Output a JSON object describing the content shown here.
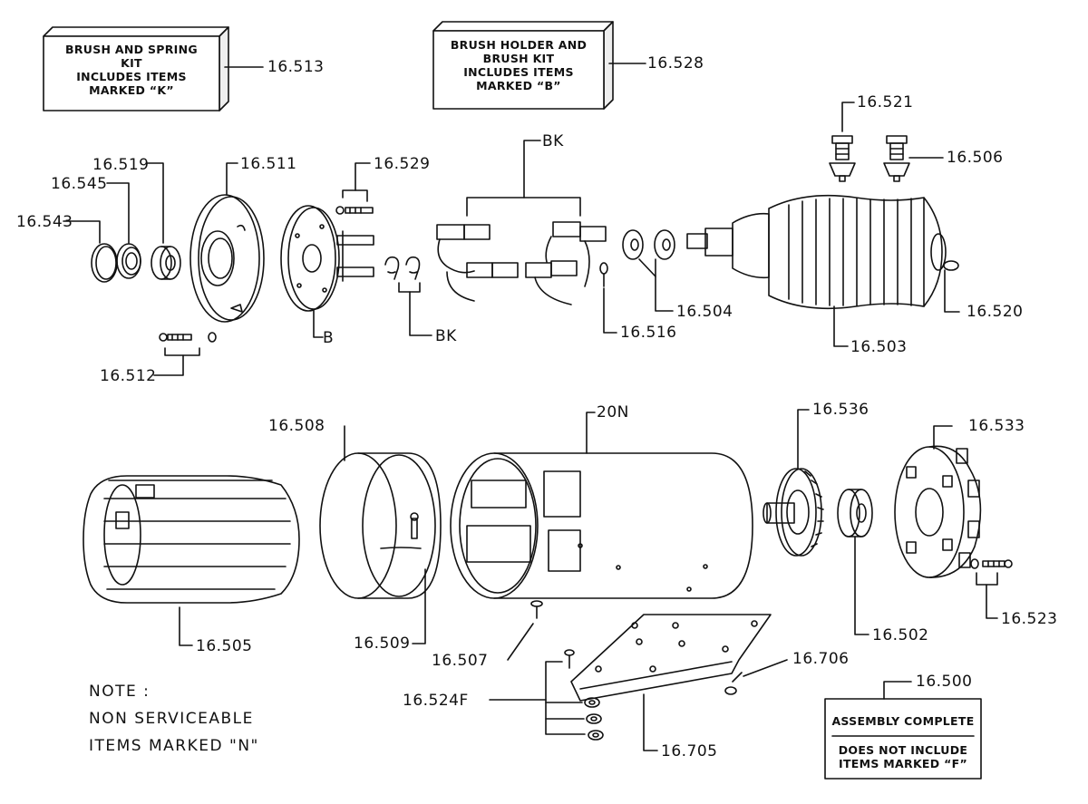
{
  "kits": {
    "brush_spring": {
      "lines": [
        "BRUSH AND SPRING",
        "KIT",
        "INCLUDES ITEMS",
        "MARKED “K”"
      ],
      "part": "16.513"
    },
    "brush_holder": {
      "lines": [
        "BRUSH HOLDER AND",
        "BRUSH KIT",
        "INCLUDES ITEMS",
        "MARKED “B”"
      ],
      "part": "16.528"
    }
  },
  "assembly_box": {
    "part": "16.500",
    "title": "ASSEMBLY COMPLETE",
    "note_lines": [
      "DOES NOT INCLUDE",
      "ITEMS MARKED “F”"
    ]
  },
  "note": {
    "lines": [
      "NOTE :",
      "NON SERVICEABLE",
      "ITEMS MARKED \"N\""
    ]
  },
  "labels": {
    "p16_543": "16.543",
    "p16_545": "16.545",
    "p16_519": "16.519",
    "p16_511": "16.511",
    "p16_529": "16.529",
    "p16_512": "16.512",
    "b": "B",
    "bk_top": "BK",
    "bk_mid": "BK",
    "p16_516": "16.516",
    "p16_504": "16.504",
    "p16_521": "16.521",
    "p16_506": "16.506",
    "p16_503": "16.503",
    "p16_520": "16.520",
    "p16_508": "16.508",
    "p20n": "20N",
    "p16_536": "16.536",
    "p16_533": "16.533",
    "p16_505": "16.505",
    "p16_509": "16.509",
    "p16_507": "16.507",
    "p16_502": "16.502",
    "p16_523": "16.523",
    "p16_706": "16.706",
    "p16_524f": "16.524F",
    "p16_705": "16.705"
  }
}
